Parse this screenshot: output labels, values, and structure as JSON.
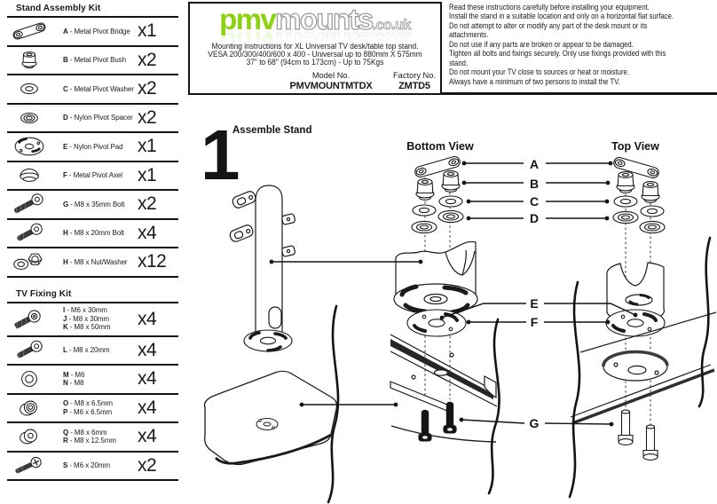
{
  "colors": {
    "logo_green": "#8bd30e",
    "ink": "#1a1a1a"
  },
  "sidebar": {
    "sections": [
      {
        "title": "Stand Assembly Kit",
        "rows": [
          {
            "icon": "pivot-bridge",
            "lines": [
              {
                "letter": "A",
                "desc": "Metal Pivot Bridge"
              }
            ],
            "qty": "x1"
          },
          {
            "icon": "pivot-bush",
            "lines": [
              {
                "letter": "B",
                "desc": "Metal Pivot Bush"
              }
            ],
            "qty": "x2"
          },
          {
            "icon": "washer",
            "lines": [
              {
                "letter": "C",
                "desc": "Metal Pivot Washer"
              }
            ],
            "qty": "x2"
          },
          {
            "icon": "spacer",
            "lines": [
              {
                "letter": "D",
                "desc": "Nylon Pivot Spacer"
              }
            ],
            "qty": "x2"
          },
          {
            "icon": "pivot-pad",
            "lines": [
              {
                "letter": "E",
                "desc": "Nylon Pivot Pad"
              }
            ],
            "qty": "x1"
          },
          {
            "icon": "axel",
            "lines": [
              {
                "letter": "F",
                "desc": "Metal Pivot Axel"
              }
            ],
            "qty": "x1"
          },
          {
            "icon": "bolt-long",
            "lines": [
              {
                "letter": "G",
                "desc": "M8 x 35mm Bolt"
              }
            ],
            "qty": "x2"
          },
          {
            "icon": "bolt-short",
            "lines": [
              {
                "letter": "H",
                "desc": "M8 x 20mm Bolt"
              }
            ],
            "qty": "x4"
          },
          {
            "icon": "nut-washer",
            "lines": [
              {
                "letter": "H",
                "desc": "M8 x Nut/Washer"
              }
            ],
            "qty": "x12"
          }
        ]
      },
      {
        "title": "TV Fixing Kit",
        "rows": [
          {
            "icon": "bolt-socket",
            "lines": [
              {
                "letter": "I",
                "desc": "M6 x 30mm"
              },
              {
                "letter": "J",
                "desc": "M8 x 30mm"
              },
              {
                "letter": "K",
                "desc": "M8 x 50mm"
              }
            ],
            "qty": "x4"
          },
          {
            "icon": "bolt-short",
            "lines": [
              {
                "letter": "L",
                "desc": "M8 x 20mm"
              }
            ],
            "qty": "x4"
          },
          {
            "icon": "washer-round",
            "lines": [
              {
                "letter": "M",
                "desc": "M6"
              },
              {
                "letter": "N",
                "desc": "M8"
              }
            ],
            "qty": "x4"
          },
          {
            "icon": "spacer-cup",
            "lines": [
              {
                "letter": "O",
                "desc": "M8 x 6.5mm"
              },
              {
                "letter": "P",
                "desc": "M6 x 6.5mm"
              }
            ],
            "qty": "x4"
          },
          {
            "icon": "spacer-cup2",
            "lines": [
              {
                "letter": "Q",
                "desc": "M8 x 6mm"
              },
              {
                "letter": "R",
                "desc": "M8 x 12.5mm"
              }
            ],
            "qty": "x4"
          },
          {
            "icon": "screw-pan",
            "lines": [
              {
                "letter": "S",
                "desc": "M6 x 20mm"
              }
            ],
            "qty": "x2"
          }
        ]
      }
    ]
  },
  "header": {
    "logo": {
      "part1": "pmv",
      "part2": "mounts",
      "suffix": ".co.uk"
    },
    "lines": [
      "Mounting instructions for XL Universal TV desk/table top stand.",
      "VESA 200/300/400/600 x 400 - Universal up to 880mm X 575mm",
      "37\" to 68\" (94cm to 173cm) - Up to 75Kgs"
    ],
    "model_label": "Model No.",
    "model_value": "PMVMOUNTMTDX",
    "factory_label": "Factory No.",
    "factory_value": "ZMTD5"
  },
  "instructions": {
    "lines": [
      "Read these instructions carefully before installing your equipment.",
      "Install the stand in a suitable location and only on a horizontal flat surface.",
      "Do not attempt to alter or modify any part of the desk mount or its",
      "attachments.",
      "Do not use if any parts are broken or appear to be damaged.",
      "Tighten all bolts and fixings securely. Only use fixings provided with this",
      "stand.",
      "Do not mount your TV close to sources or heat or moisture.",
      "Always have a minimum of two persons to install the TV."
    ]
  },
  "diagram": {
    "step_number": "1",
    "step_title": "Assemble Stand",
    "views": {
      "bottom": "Bottom View",
      "top": "Top View"
    },
    "callouts": {
      "a": "A",
      "b": "B",
      "c": "C",
      "d": "D",
      "e": "E",
      "f": "F",
      "g": "G"
    }
  }
}
